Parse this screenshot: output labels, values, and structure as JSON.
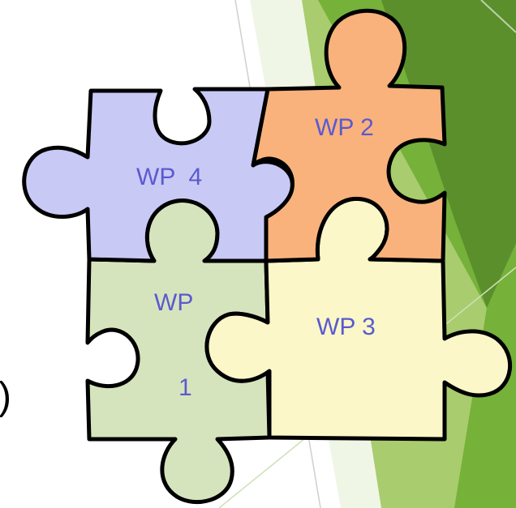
{
  "colors": {
    "background": "#ffffff",
    "slide_green_dark": "#5b8f2c",
    "slide_green_mid": "#76b13a",
    "slide_green_light": "#a9cc6e",
    "slide_green_pale": "#e2eed2",
    "piece_wp4": "#c9c9f6",
    "piece_wp2": "#f9b27c",
    "piece_wp1": "#d6e4bd",
    "piece_wp3": "#fbf7c8",
    "label_text": "#5a5ad0"
  },
  "pieces": {
    "wp4": {
      "name": "WP  4"
    },
    "wp2": {
      "name": "WP 2"
    },
    "wp1": {
      "name_line1": "WP",
      "name_line2": "1"
    },
    "wp3": {
      "name": "WP 3"
    }
  },
  "fragment": {
    "text": ")"
  }
}
